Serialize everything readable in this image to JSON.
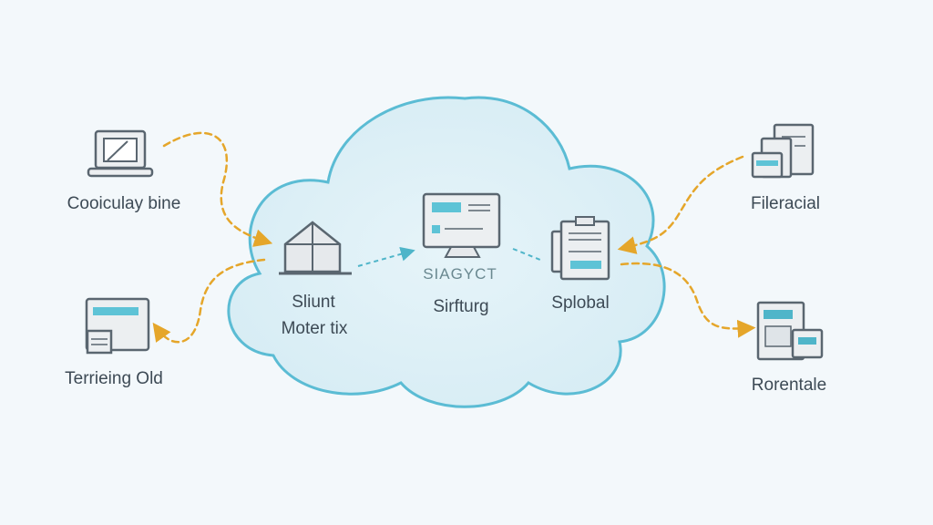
{
  "diagram": {
    "outside_left": [
      {
        "label": "Cooiculay bine",
        "icon": "laptop-icon"
      },
      {
        "label": "Terrieing Old",
        "icon": "terminal-icon"
      }
    ],
    "outside_right": [
      {
        "label": "Fileracial",
        "icon": "documents-icon"
      },
      {
        "label": "Rorentale",
        "icon": "calculator-document-icon"
      }
    ],
    "cloud_nodes": [
      {
        "label_line1": "Sliunt",
        "label_line2": "Moter tix",
        "icon": "building-icon"
      },
      {
        "label": "Sirfturg",
        "caption": "SIAGYCT",
        "icon": "monitor-icon"
      },
      {
        "label": "Splobal",
        "icon": "clipboard-icon"
      }
    ],
    "colors": {
      "cloud_stroke": "#5bbcd4",
      "cloud_fill": "#def0f6",
      "arrow": "#e5a62a",
      "accent": "#4fb5c9"
    }
  }
}
